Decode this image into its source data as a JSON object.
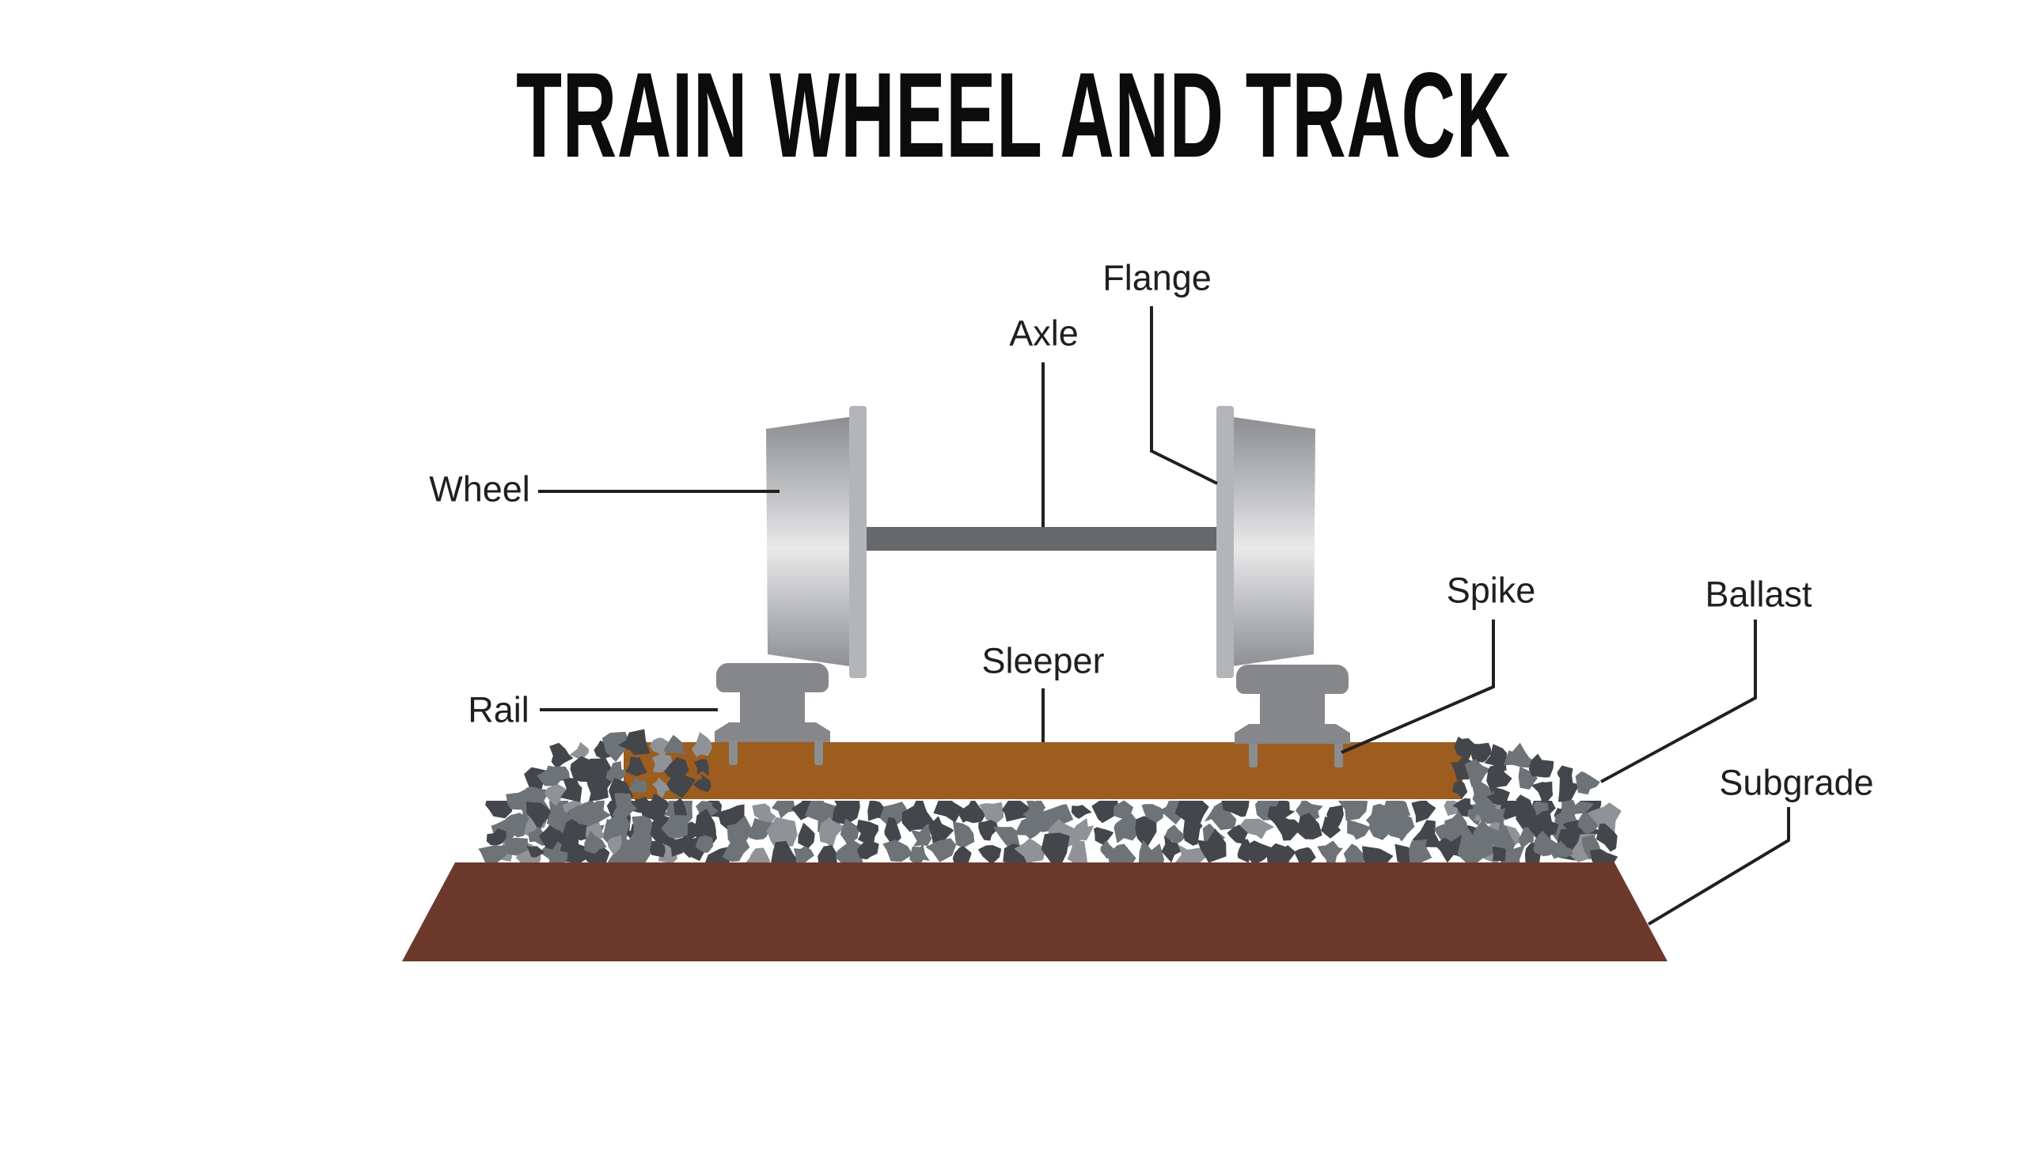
{
  "title": "TRAIN WHEEL AND TRACK",
  "labels": {
    "wheel": "Wheel",
    "rail": "Rail",
    "axle": "Axle",
    "flange": "Flange",
    "sleeper": "Sleeper",
    "spike": "Spike",
    "ballast": "Ballast",
    "subgrade": "Subgrade"
  },
  "colors": {
    "background": "#ffffff",
    "title": "#0c0c0c",
    "label": "#1f1f1f",
    "leader": "#231f20",
    "wheel-dark": "#8b8d90",
    "wheel-mid": "#c6c7c9",
    "wheel-light": "#e9e9ea",
    "flange": "#b3b5b8",
    "axle": "#66686b",
    "rail": "#85878a",
    "spike": "#8a8c8f",
    "sleeper": "#9c5d1e",
    "subgrade": "#6d392c",
    "ballast": [
      "#43464a",
      "#6e7377",
      "#8f9397"
    ]
  }
}
